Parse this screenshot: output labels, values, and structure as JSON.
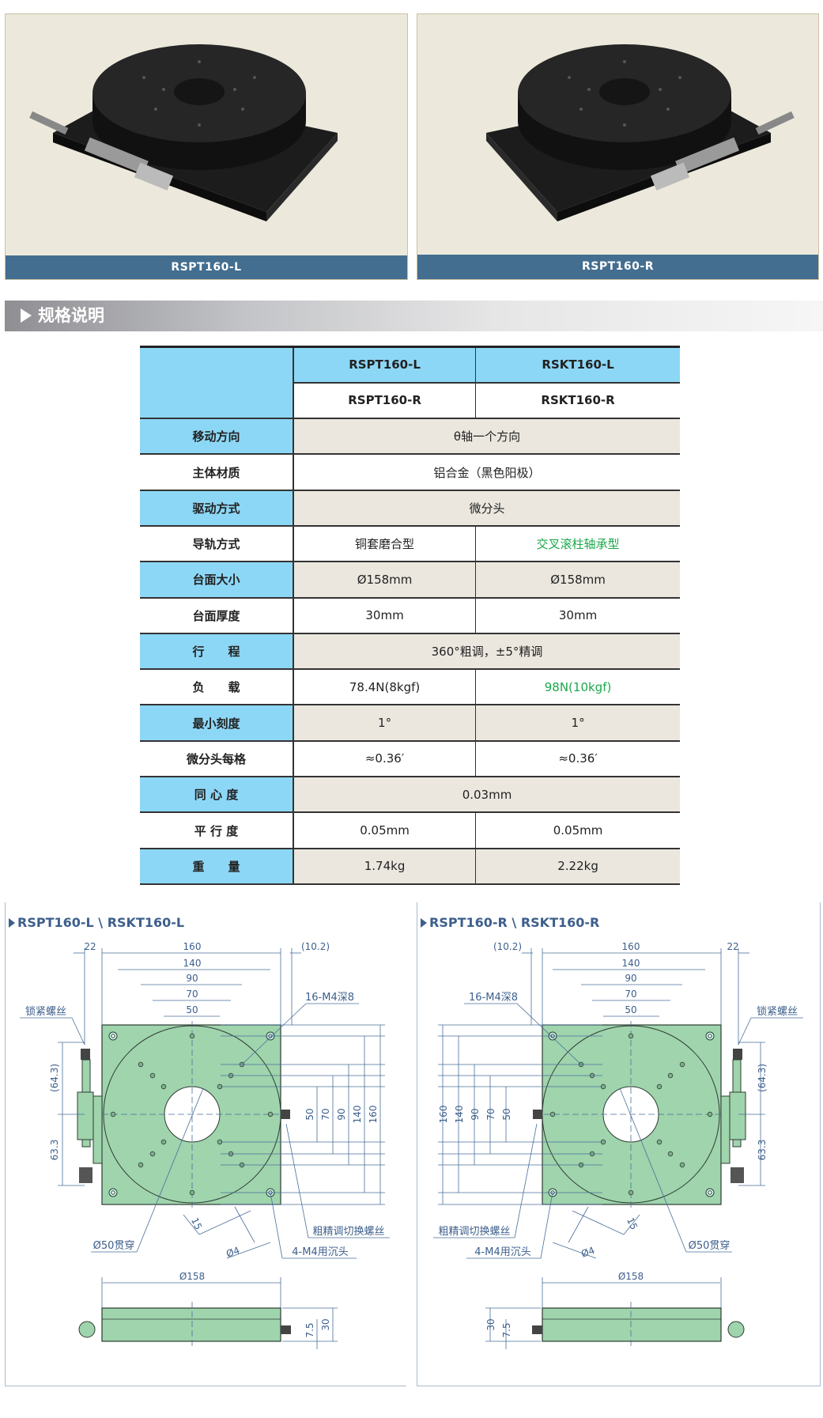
{
  "photos": [
    {
      "caption": "RSPT160-L"
    },
    {
      "caption": "RSPT160-R"
    }
  ],
  "section_title": "规格说明",
  "table": {
    "header": {
      "row1": [
        "RSPT160-L",
        "RSKT160-L"
      ],
      "row2": [
        "RSPT160-R",
        "RSKT160-R"
      ]
    },
    "rows": [
      {
        "label": "移动方向",
        "values": [
          "θ轴一个方向"
        ]
      },
      {
        "label": "主体材质",
        "values": [
          "铝合金（黑色阳极）"
        ]
      },
      {
        "label": "驱动方式",
        "values": [
          "微分头"
        ]
      },
      {
        "label": "导轨方式",
        "values": [
          "铜套磨合型",
          "交叉滚柱轴承型"
        ]
      },
      {
        "label": "台面大小",
        "values": [
          "Ø158mm",
          "Ø158mm"
        ]
      },
      {
        "label": "台面厚度",
        "values": [
          "30mm",
          "30mm"
        ]
      },
      {
        "label": "行　　程",
        "values": [
          "360°粗调，±5°精调"
        ]
      },
      {
        "label": "负　　载",
        "values": [
          "78.4N(8kgf)",
          "98N(10kgf)"
        ]
      },
      {
        "label": "最小刻度",
        "values": [
          "1°",
          "1°"
        ]
      },
      {
        "label": "微分头每格",
        "values": [
          "≈0.36′",
          "≈0.36′"
        ]
      },
      {
        "label": "同 心 度",
        "values": [
          "0.03mm"
        ]
      },
      {
        "label": "平 行 度",
        "values": [
          "0.05mm",
          "0.05mm"
        ]
      },
      {
        "label": "重　　量",
        "values": [
          "1.74kg",
          "2.22kg"
        ]
      }
    ],
    "highlight_color": "#1aa84a"
  },
  "drawings": [
    {
      "title": "RSPT160-L \\ RSKT160-L",
      "dims": {
        "d22": "22",
        "d160": "160",
        "d102": "(10.2)",
        "d140": "140",
        "d90": "90",
        "d70": "70",
        "d50": "50",
        "v643": "(64.3)",
        "v633": "63.3",
        "r50": "50",
        "r70": "70",
        "r90": "90",
        "r140": "140",
        "r160": "160",
        "d15": "15",
        "d4": "Ø4",
        "d158": "Ø158",
        "s75": "7.5",
        "s30": "30"
      },
      "labels": {
        "holes": "16-M4深8",
        "lock": "锁紧螺丝",
        "bore": "Ø50贯穿",
        "switch": "粗精调切换螺丝",
        "csk": "4-M4用沉头"
      }
    },
    {
      "title": "RSPT160-R \\ RSKT160-R",
      "dims": {
        "d22": "22",
        "d160": "160",
        "d102": "(10.2)",
        "d140": "140",
        "d90": "90",
        "d70": "70",
        "d50": "50",
        "v643": "(64.3)",
        "v633": "63.3",
        "r50": "50",
        "r70": "70",
        "r90": "90",
        "r140": "140",
        "r160": "160",
        "d15": "15",
        "d4": "Ø4",
        "d158": "Ø158",
        "s75": "7.5",
        "s30": "30"
      },
      "labels": {
        "holes": "16-M4深8",
        "lock": "锁紧螺丝",
        "bore": "Ø50贯穿",
        "switch": "粗精调切换螺丝",
        "csk": "4-M4用沉头"
      }
    }
  ],
  "colors": {
    "caption_bar": "#436e90",
    "table_label": "#8dd7f6",
    "plate": "#9fd4ad",
    "dim_line": "#4a6f9a"
  }
}
